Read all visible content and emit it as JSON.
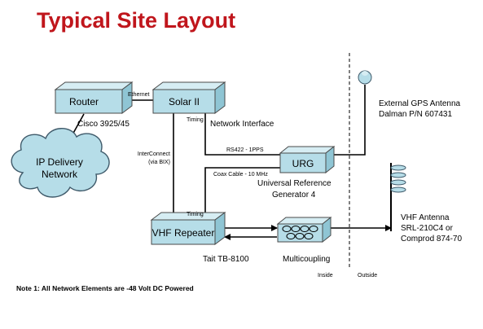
{
  "title": "Typical Site Layout",
  "colors": {
    "title": "#c0161c",
    "box_front": "#b6dde8",
    "box_top": "#d6edf3",
    "box_side": "#8fc5d4",
    "box_stroke": "#4a4a4a",
    "cloud_fill": "#b6dde8",
    "line": "#000000"
  },
  "nodes": {
    "router": {
      "label": "Router",
      "caption": "Cisco 3925/45"
    },
    "solar": {
      "label": "Solar II",
      "caption": "Network Interface"
    },
    "urg": {
      "label": "URG",
      "caption_line1": "Universal  Reference",
      "caption_line2": "Generator 4"
    },
    "vhf": {
      "label": "VHF Repeater",
      "caption": "Tait TB-8100"
    },
    "multicoupler": {
      "caption": "Multicoupling"
    },
    "cloud": {
      "line1": "IP Delivery",
      "line2": "Network"
    },
    "gps": {
      "line1": "External GPS Antenna",
      "line2": "Dalman P/N 607431"
    },
    "vhf_antenna": {
      "line1": "VHF Antenna",
      "line2": "SRL-210C4 or",
      "line3": "Comprod 874-70"
    }
  },
  "connections": {
    "ethernet": "Ethernet",
    "timing_top": "Timing",
    "timing_bottom": "Timing",
    "interconnect_line1": "InterConnect",
    "interconnect_line2": "(via BIX)",
    "rs422": "RS422  - 1PPS",
    "coax": "Coax Cable  - 10 MHz"
  },
  "zones": {
    "inside": "Inside",
    "outside": "Outside"
  },
  "note": "Note 1:  All Network Elements are -48 Volt DC Powered"
}
